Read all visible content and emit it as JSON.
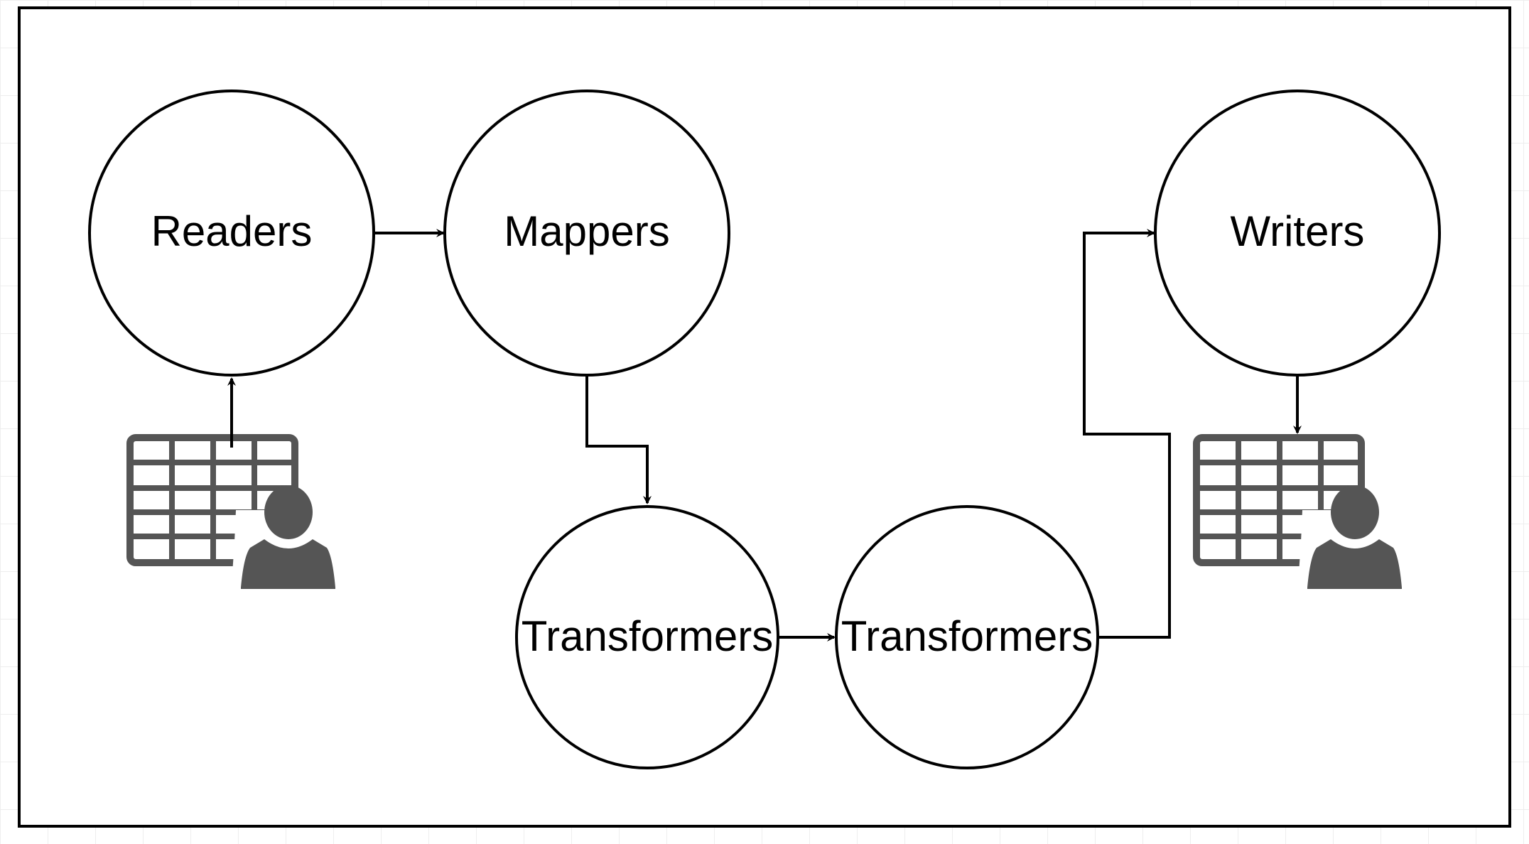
{
  "diagram": {
    "nodes": {
      "readers": "Readers",
      "mappers": "Mappers",
      "transformers_1": "Transformers",
      "transformers_2": "Transformers",
      "writers": "Writers"
    },
    "icons": {
      "source": "table-user-icon",
      "destination": "table-user-icon"
    },
    "colors": {
      "stroke": "#000000",
      "icon": "#555555",
      "background": "#ffffff"
    }
  }
}
